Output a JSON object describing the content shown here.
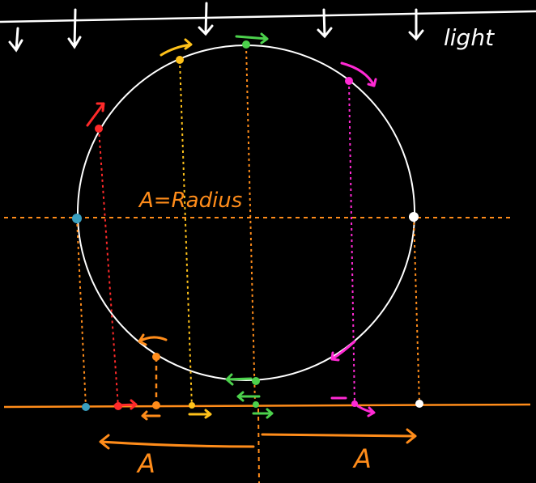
{
  "top_label": "light",
  "radius_label": "A=Radius",
  "amplitude_left_label": "A",
  "amplitude_right_label": "A",
  "colors": {
    "background": "#000000",
    "circle": "#ffffff",
    "orange": "#ff8c1a",
    "red": "#ff2a2a",
    "yellow": "#ffc21a",
    "green": "#4cd14c",
    "magenta": "#ff2ad4",
    "teal": "#3aa0c0",
    "white": "#ffffff"
  },
  "icons": [
    "light-ray-arrow-icon",
    "motion-arrow-icon"
  ]
}
